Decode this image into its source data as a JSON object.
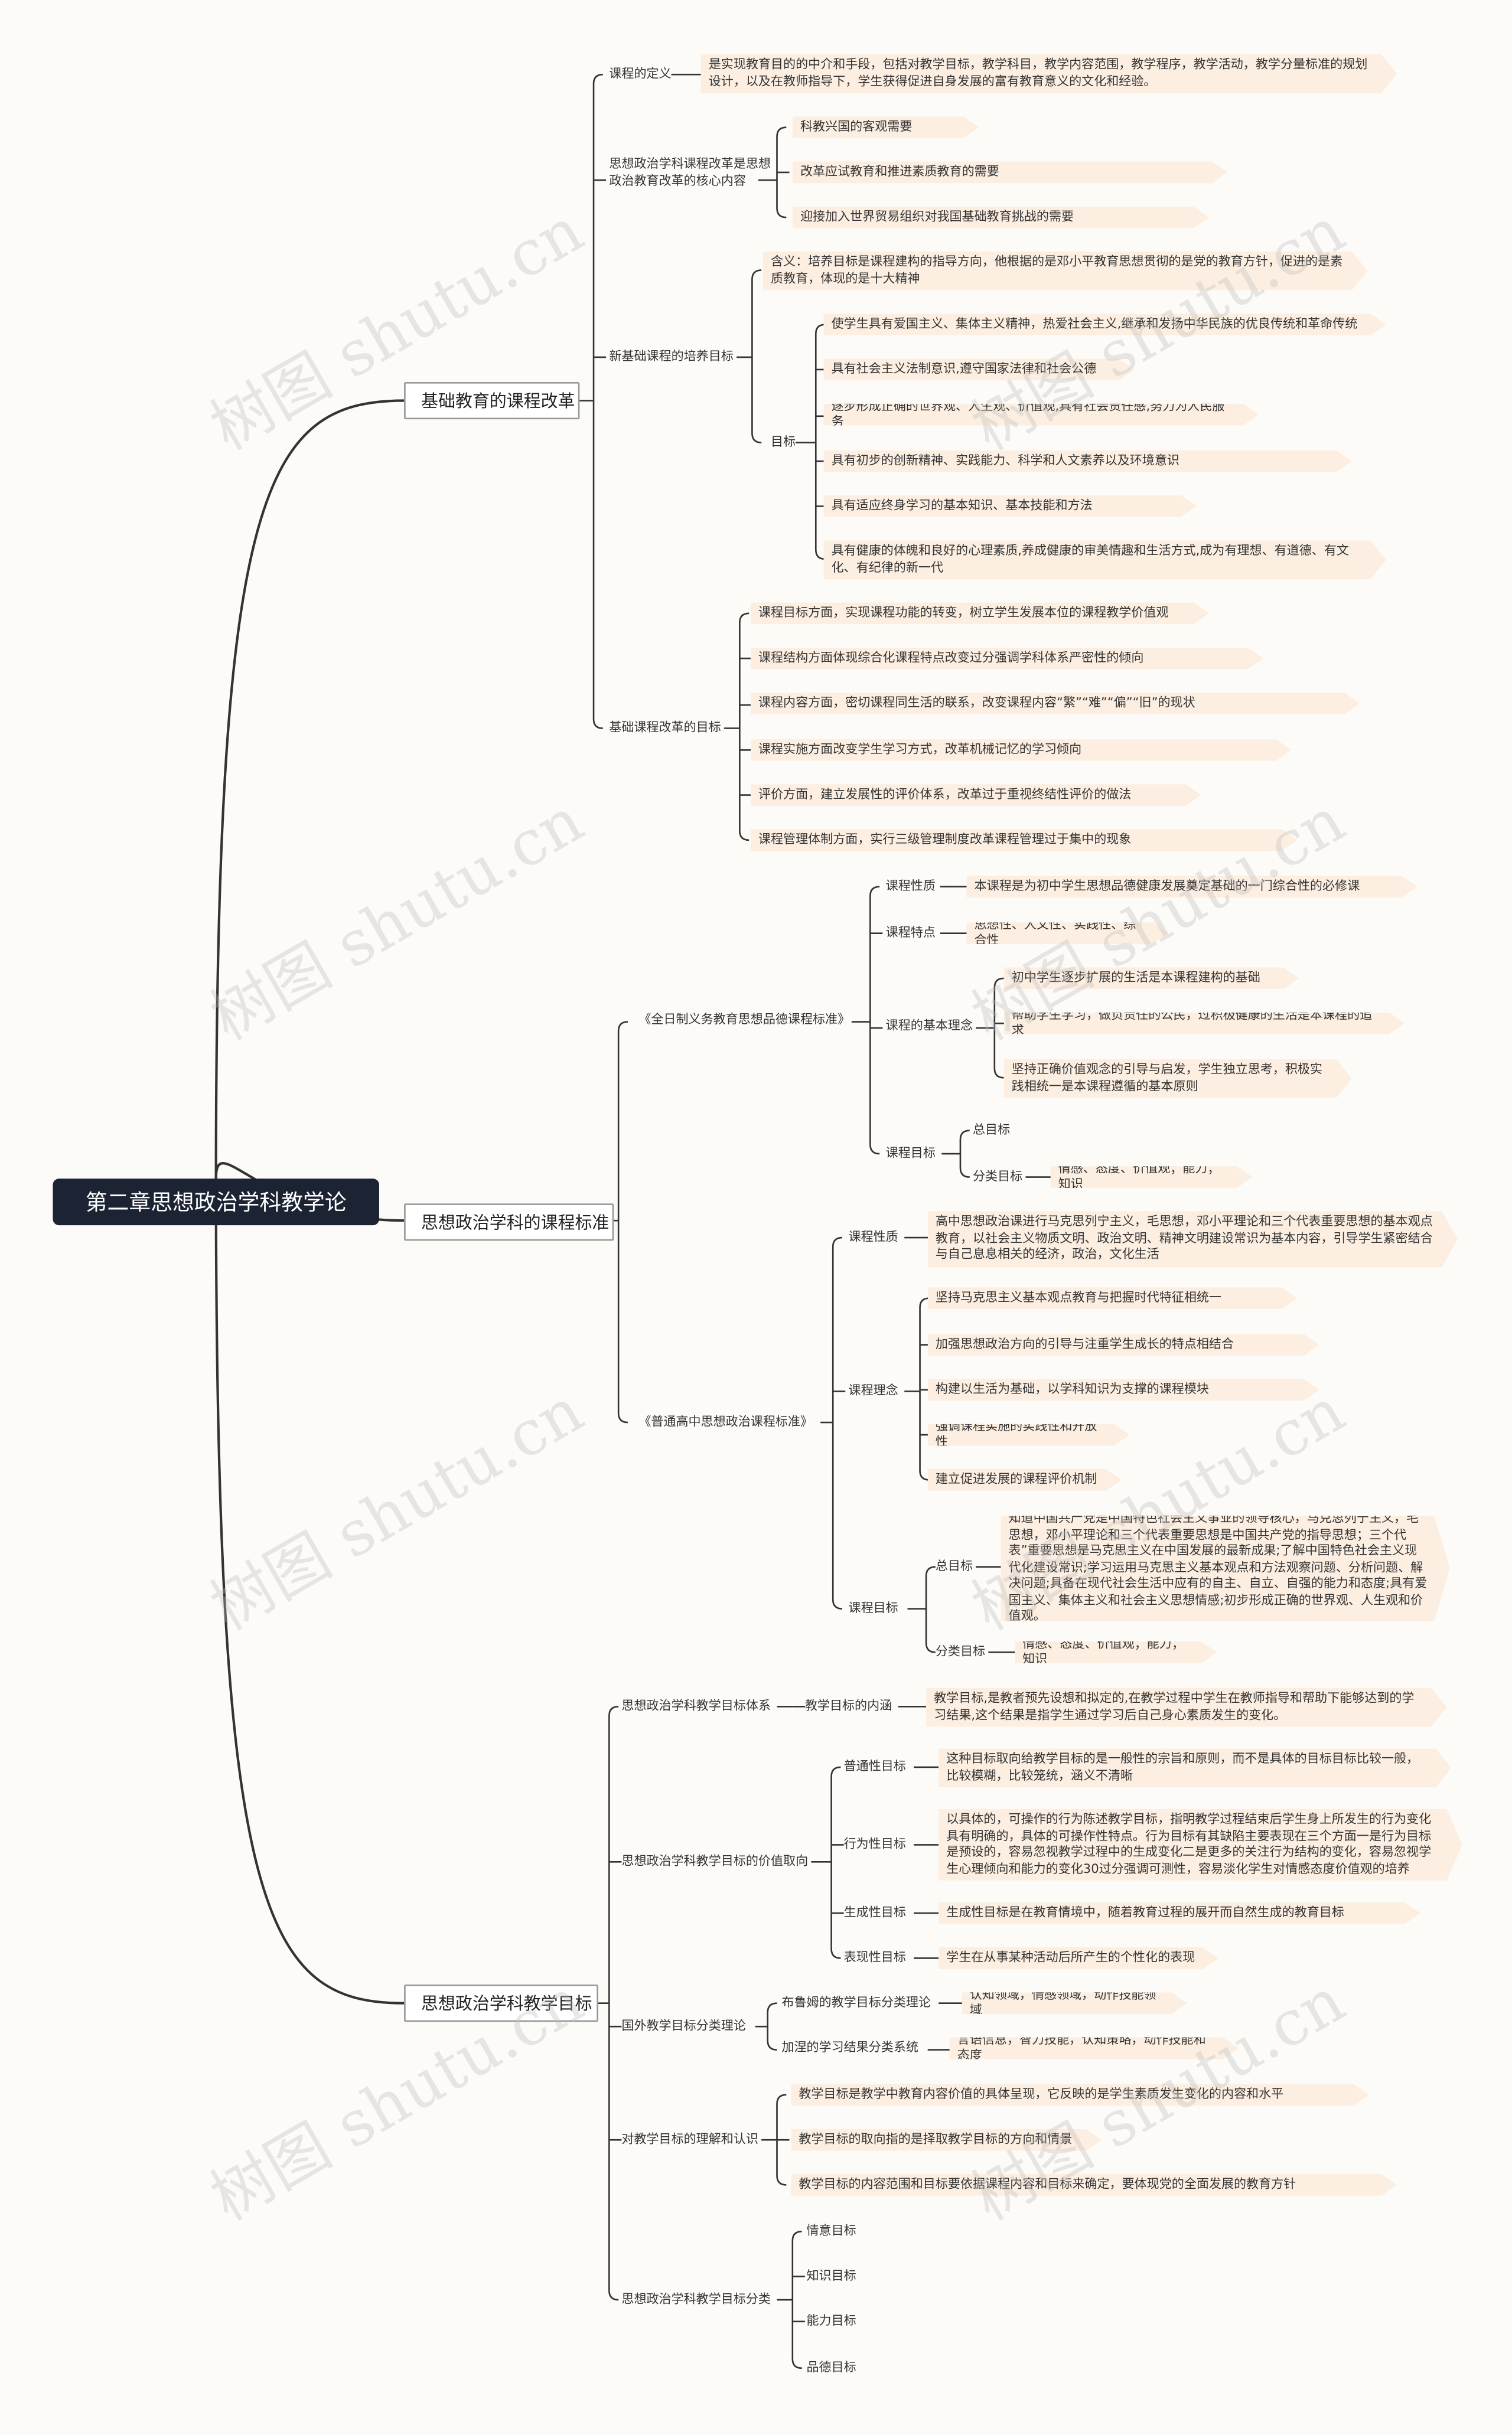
{
  "root": "第二章思想政治学科教学论",
  "watermark": "树图 shutu.cn",
  "colors": {
    "root_bg": "#1c2333",
    "leaf_bg": "#fcefe1",
    "line": "#333333"
  },
  "branches": [
    {
      "label": "基础教育的课程改革",
      "children": [
        {
          "label": "课程的定义",
          "children": [
            {
              "label": "是实现教育目的的中介和手段，包括对教学目标，教学科目，教学内容范围，教学程序，教学活动，教学分量标准的规划设计，以及在教师指导下，学生获得促进自身发展的富有教育意义的文化和经验。"
            }
          ]
        },
        {
          "label": "思想政治学科课程改革是思想政治教育改革的核心内容",
          "children": [
            {
              "label": "科教兴国的客观需要"
            },
            {
              "label": "改革应试教育和推进素质教育的需要"
            },
            {
              "label": "迎接加入世界贸易组织对我国基础教育挑战的需要"
            }
          ]
        },
        {
          "label": "新基础课程的培养目标",
          "children": [
            {
              "label": "含义：培养目标是课程建构的指导方向，他根据的是邓小平教育思想贯彻的是党的教育方针，促进的是素质教育，体现的是十大精神"
            },
            {
              "label": "目标",
              "children": [
                {
                  "label": "使学生具有爱国主义、集体主义精神，热爱社会主义,继承和发扬中华民族的优良传统和革命传统"
                },
                {
                  "label": "具有社会主义法制意识,遵守国家法律和社会公德"
                },
                {
                  "label": "逐步形成正确的世界观、人生观、价值观,具有社会责任感,努力为人民服务"
                },
                {
                  "label": "具有初步的创新精神、实践能力、科学和人文素养以及环境意识"
                },
                {
                  "label": "具有适应终身学习的基本知识、基本技能和方法"
                },
                {
                  "label": "具有健康的体魄和良好的心理素质,养成健康的审美情趣和生活方式,成为有理想、有道德、有文化、有纪律的新一代"
                }
              ]
            }
          ]
        },
        {
          "label": "基础课程改革的目标",
          "children": [
            {
              "label": "课程目标方面，实现课程功能的转变，树立学生发展本位的课程教学价值观"
            },
            {
              "label": "课程结构方面体现综合化课程特点改变过分强调学科体系严密性的倾向"
            },
            {
              "label": "课程内容方面，密切课程同生活的联系，改变课程内容“繁”“难”“偏”“旧”的现状"
            },
            {
              "label": "课程实施方面改变学生学习方式，改革机械记忆的学习倾向"
            },
            {
              "label": "评价方面，建立发展性的评价体系，改革过于重视终结性评价的做法"
            },
            {
              "label": "课程管理体制方面，实行三级管理制度改革课程管理过于集中的现象"
            }
          ]
        }
      ]
    },
    {
      "label": "思想政治学科的课程标准",
      "children": [
        {
          "label": "《全日制义务教育思想品德课程标准》",
          "children": [
            {
              "label": "课程性质",
              "children": [
                {
                  "label": "本课程是为初中学生思想品德健康发展奠定基础的一门综合性的必修课"
                }
              ]
            },
            {
              "label": "课程特点",
              "children": [
                {
                  "label": "思想性、人文性、实践性、综合性"
                }
              ]
            },
            {
              "label": "课程的基本理念",
              "children": [
                {
                  "label": "初中学生逐步扩展的生活是本课程建构的基础"
                },
                {
                  "label": "帮助学生学习，做负责任的公民，过积极健康的生活是本课程的追求"
                },
                {
                  "label": "坚持正确价值观念的引导与启发，学生独立思考，积极实践相统一是本课程遵循的基本原则"
                }
              ]
            },
            {
              "label": "课程目标",
              "children": [
                {
                  "label": "总目标"
                },
                {
                  "label": "分类目标",
                  "children": [
                    {
                      "label": "情感、态度、价值观；能力；知识"
                    }
                  ]
                }
              ]
            }
          ]
        },
        {
          "label": "《普通高中思想政治课程标准》",
          "children": [
            {
              "label": "课程性质",
              "children": [
                {
                  "label": "高中思想政治课进行马克思列宁主义，毛思想，邓小平理论和三个代表重要思想的基本观点教育，以社会主义物质文明、政治文明、精神文明建设常识为基本内容，引导学生紧密结合与自己息息相关的经济，政治，文化生活"
                }
              ]
            },
            {
              "label": "课程理念",
              "children": [
                {
                  "label": "坚持马克思主义基本观点教育与把握时代特征相统一"
                },
                {
                  "label": "加强思想政治方向的引导与注重学生成长的特点相结合"
                },
                {
                  "label": "构建以生活为基础，以学科知识为支撑的课程模块"
                },
                {
                  "label": "强调课程实施的实践性和开放性"
                },
                {
                  "label": "建立促进发展的课程评价机制"
                }
              ]
            },
            {
              "label": "课程目标",
              "children": [
                {
                  "label": "总目标",
                  "children": [
                    {
                      "label": "知道中国共产党是中国特色社会主义事业的领导核心，马克思列宁主义，毛思想，邓小平理论和三个代表重要思想是中国共产党的指导思想；三个代表”重要思想是马克思主义在中国发展的最新成果;了解中国特色社会主义现代化建设常识;学习运用马克思主义基本观点和方法观察问题、分析问题、解决问题;具备在现代社会生活中应有的自主、自立、自强的能力和态度;具有爱国主义、集体主义和社会主义思想情感;初步形成正确的世界观、人生观和价值观。"
                    }
                  ]
                },
                {
                  "label": "分类目标",
                  "children": [
                    {
                      "label": "情感、态度、价值观；能力；知识"
                    }
                  ]
                }
              ]
            }
          ]
        }
      ]
    },
    {
      "label": "思想政治学科教学目标",
      "children": [
        {
          "label": "思想政治学科教学目标体系",
          "children": [
            {
              "label": "教学目标的内涵",
              "children": [
                {
                  "label": "教学目标,是教者预先设想和拟定的,在教学过程中学生在教师指导和帮助下能够达到的学习结果,这个结果是指学生通过学习后自己身心素质发生的变化。"
                }
              ]
            }
          ]
        },
        {
          "label": "思想政治学科教学目标的价值取向",
          "children": [
            {
              "label": "普通性目标",
              "children": [
                {
                  "label": "这种目标取向给教学目标的是一般性的宗旨和原则，而不是具体的目标目标比较一般，比较模糊，比较笼统，涵义不清晰"
                }
              ]
            },
            {
              "label": "行为性目标",
              "children": [
                {
                  "label": "以具体的，可操作的行为陈述教学目标，指明教学过程结束后学生身上所发生的行为变化具有明确的，具体的可操作性特点。行为目标有其缺陷主要表现在三个方面一是行为目标是预设的，容易忽视教学过程中的生成变化二是更多的关注行为结构的变化，容易忽视学生心理倾向和能力的变化30过分强调可测性，容易淡化学生对情感态度价值观的培养"
                }
              ]
            },
            {
              "label": "生成性目标",
              "children": [
                {
                  "label": "生成性目标是在教育情境中，随着教育过程的展开而自然生成的教育目标"
                }
              ]
            },
            {
              "label": "表现性目标",
              "children": [
                {
                  "label": "学生在从事某种活动后所产生的个性化的表现"
                }
              ]
            }
          ]
        },
        {
          "label": "国外教学目标分类理论",
          "children": [
            {
              "label": "布鲁姆的教学目标分类理论",
              "children": [
                {
                  "label": "认知领域，情感领域，动作技能领域"
                }
              ]
            },
            {
              "label": "加涅的学习结果分类系统",
              "children": [
                {
                  "label": "言语信息，智力技能，认知策略，动作技能和态度"
                }
              ]
            }
          ]
        },
        {
          "label": "对教学目标的理解和认识",
          "children": [
            {
              "label": "教学目标是教学中教育内容价值的具体呈现，它反映的是学生素质发生变化的内容和水平"
            },
            {
              "label": "教学目标的取向指的是择取教学目标的方向和情景"
            },
            {
              "label": "教学目标的内容范围和目标要依据课程内容和目标来确定，要体现党的全面发展的教育方针"
            }
          ]
        },
        {
          "label": "思想政治学科教学目标分类",
          "children": [
            {
              "label": "情意目标"
            },
            {
              "label": "知识目标"
            },
            {
              "label": "能力目标"
            },
            {
              "label": "品德目标"
            }
          ]
        }
      ]
    }
  ]
}
